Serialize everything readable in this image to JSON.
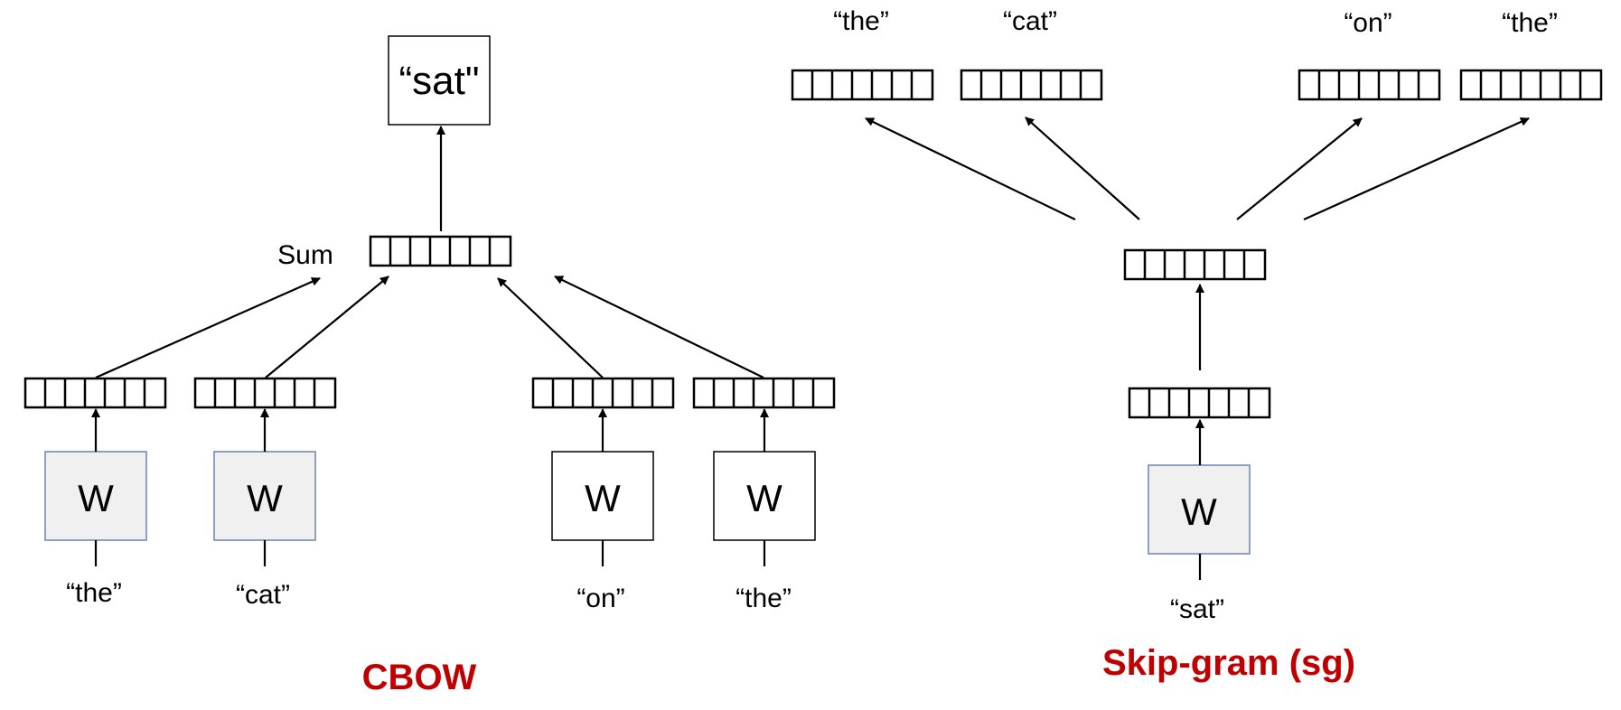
{
  "cbow": {
    "output_word": "“sat\"",
    "sum_label": "Sum",
    "weight_label": "W",
    "context_words": [
      "“the”",
      "“cat”",
      "“on”",
      "“the”"
    ],
    "caption": "CBOW"
  },
  "skipgram": {
    "input_word": "“sat”",
    "weight_label": "W",
    "context_words": [
      "“the”",
      "“cat”",
      "“on”",
      "“the”"
    ],
    "caption": "Skip-gram (sg)"
  },
  "colors": {
    "caption": "#c00000",
    "shaded_box": "#f0f0f0",
    "shaded_border": "#6a84b0"
  }
}
